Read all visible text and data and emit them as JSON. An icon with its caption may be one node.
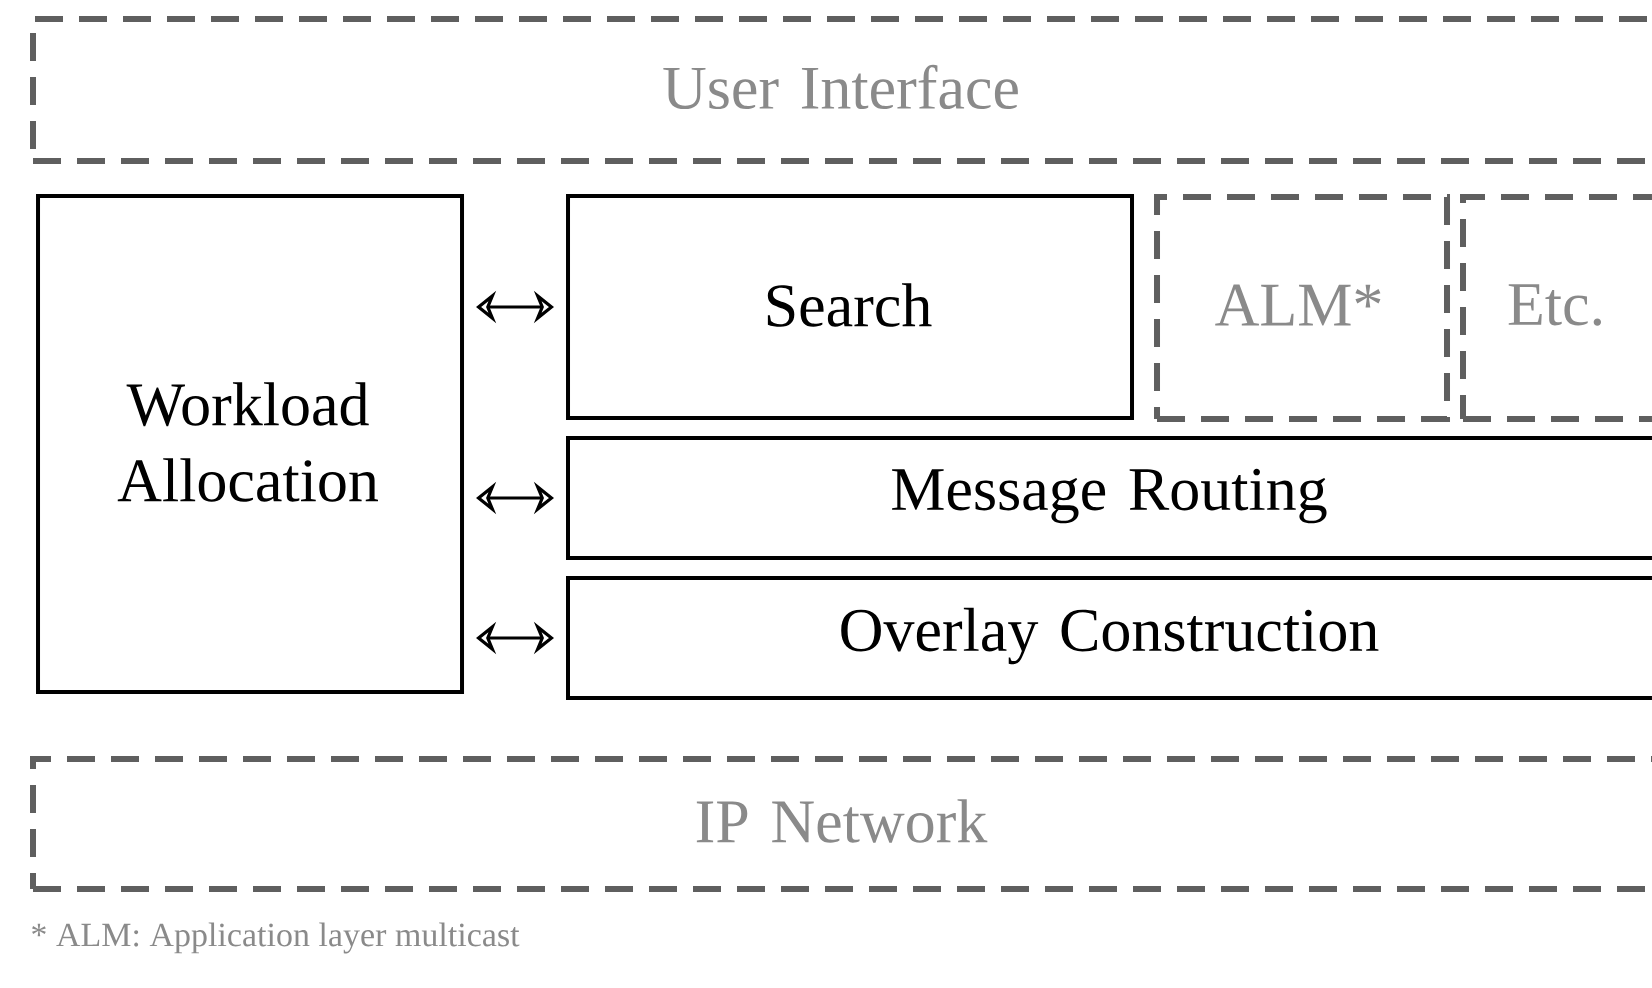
{
  "diagram": {
    "nodes": [
      {
        "text": [
          "User Interface"
        ]
      },
      {
        "text": [
          "Workload Allocation"
        ]
      },
      {
        "text": [
          "Search"
        ]
      },
      {
        "text": [
          "ALM*"
        ]
      },
      {
        "text": [
          "Etc."
        ]
      },
      {
        "text": [
          "Message Routing"
        ]
      },
      {
        "text": [
          "Overlay Construction"
        ]
      },
      {
        "text": [
          "IP Network"
        ]
      }
    ],
    "edges": [
      {
        "from": 1,
        "to": 2,
        "arrow": "both"
      },
      {
        "from": 1,
        "to": 5,
        "arrow": "both"
      },
      {
        "from": 1,
        "to": 6,
        "arrow": "both"
      }
    ],
    "labels": [
      "* ALM: Application layer multicast"
    ]
  }
}
